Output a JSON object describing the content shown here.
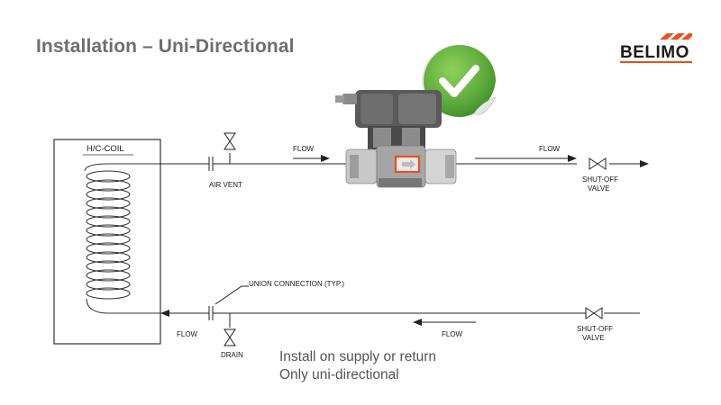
{
  "slide": {
    "title": "Installation – Uni-Directional",
    "brand": "BELIMO",
    "accent_color": "#e8501e",
    "check_color": "#5aa83a"
  },
  "diagram": {
    "coil_label": "H/C-COIL",
    "air_vent_label": "AIR VENT",
    "flow_label": "FLOW",
    "shutoff_line1": "SHUT-OFF",
    "shutoff_line2": "VALVE",
    "union_label": "UNION CONNECTION (TYP.)",
    "drain_label": "DRAIN"
  },
  "notes": [
    "Install on supply or return",
    "Only uni-directional"
  ],
  "icons": [
    "checkmark-badge-icon",
    "belimo-logo-icon"
  ]
}
